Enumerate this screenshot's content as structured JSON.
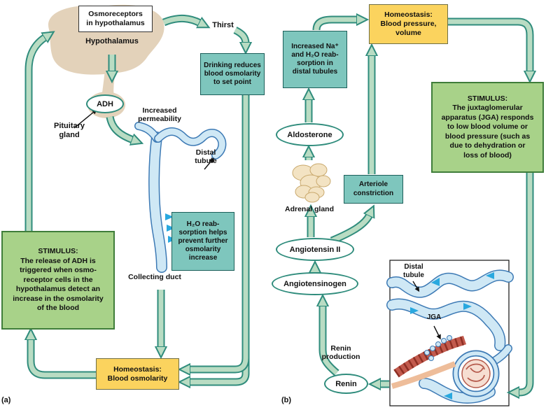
{
  "colors": {
    "arrow_fill": "#b9dcc3",
    "arrow_stroke": "#2f8c7c",
    "teal_box_bg": "#7ec6bd",
    "teal_box_border": "#1c5f5a",
    "yellow_box_bg": "#fbd35e",
    "yellow_box_border": "#6f6f46",
    "green_box_bg": "#a8d289",
    "green_box_border": "#3f7d3a",
    "oval_bg": "#ffffff",
    "oval_border": "#2f8c7c",
    "hypothalamus_tan": "#e3d2ba",
    "tubule_fill": "#cfe8f5",
    "tubule_stroke": "#3d7ab5",
    "adrenal_fill": "#f3e3c3",
    "adrenal_stroke": "#c9a96d",
    "cyan_arrow": "#29a8df",
    "vessel_red": "#c25a4d",
    "vessel_red_dark": "#8e2f24"
  },
  "panel_a": {
    "tag": "(a)",
    "osmoreceptors": "Osmoreceptors\nin hypothalamus",
    "hypothalamus": "Hypothalamus",
    "adh": "ADH",
    "pituitary": "Pituitary\ngland",
    "thirst": "Thirst",
    "drinking": "Drinking reduces\nblood osmolarity\nto set point",
    "increased_permeability": "Increased\npermeability",
    "distal_tubule": "Distal\ntubule",
    "h2o_reabsorption": "H₂O reab-\nsorption helps\nprevent further\nosmolarity\nincrease",
    "collecting_duct": "Collecting duct",
    "stimulus": "STIMULUS:\nThe release of ADH is\ntriggered when osmo-\nreceptor cells in the\nhypothalamus detect an\nincrease in the osmolarity\nof the blood",
    "homeostasis": "Homeostasis:\nBlood osmolarity"
  },
  "panel_b": {
    "tag": "(b)",
    "increased_na": "Increased Na⁺\nand H₂O reab-\nsorption in\ndistal tubules",
    "homeostasis": "Homeostasis:\nBlood pressure,\nvolume",
    "stimulus": "STIMULUS:\nThe juxtaglomerular\napparatus (JGA) responds\nto low blood volume or\nblood pressure (such as\ndue to dehydration or\nloss of blood)",
    "aldosterone": "Aldosterone",
    "adrenal_gland": "Adrenal gland",
    "arteriole": "Arteriole\nconstriction",
    "angiotensin_ii": "Angiotensin II",
    "angiotensinogen": "Angiotensinogen",
    "distal_tubule": "Distal\ntubule",
    "jga": "JGA",
    "renin_production": "Renin\nproduction",
    "renin": "Renin"
  }
}
